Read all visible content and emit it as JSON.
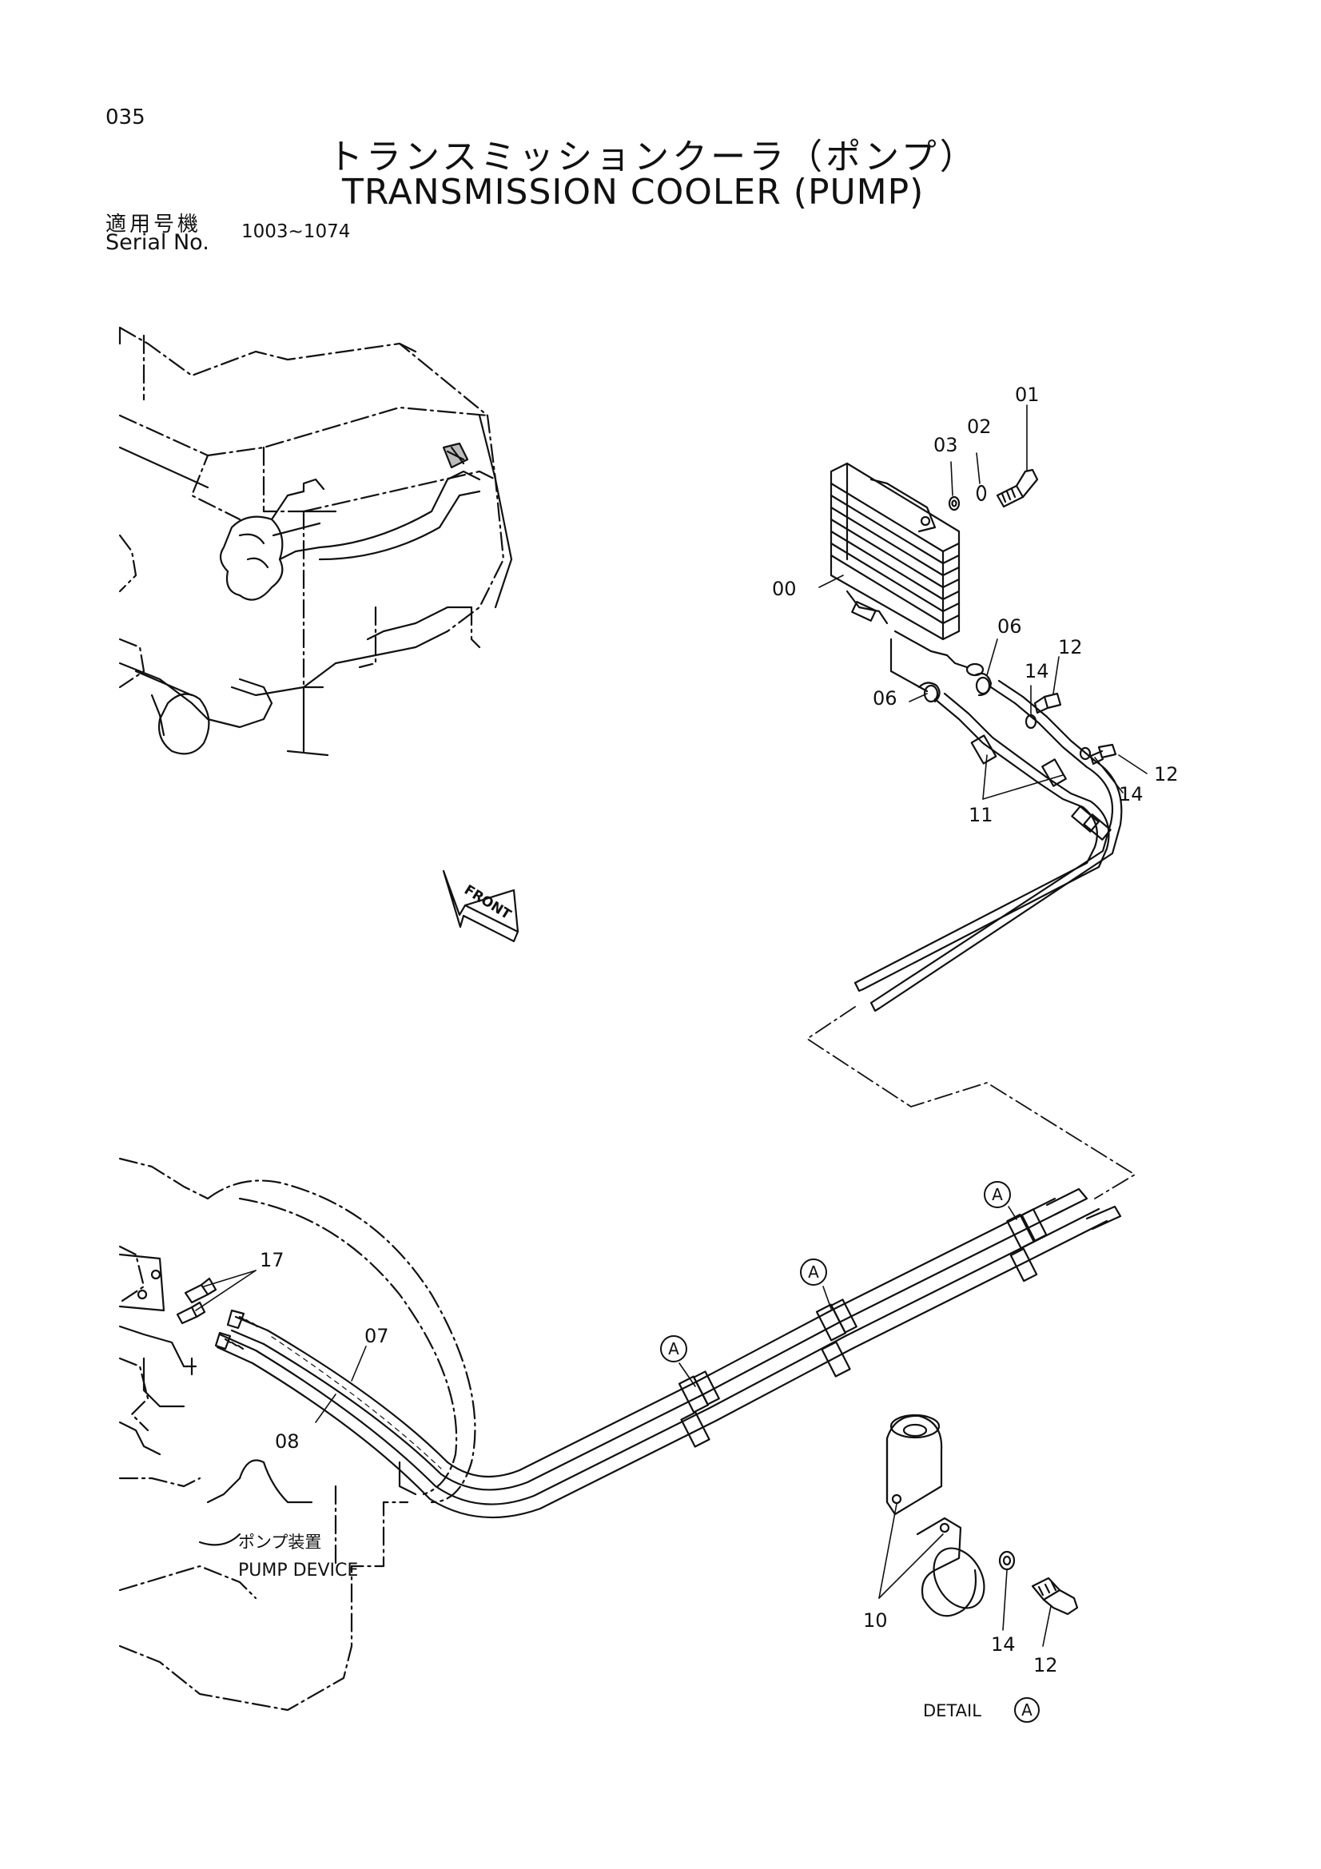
{
  "header": {
    "page_number": "035",
    "title_jp": "トランスミッションクーラ（ポンプ）",
    "title_en": "TRANSMISSION COOLER (PUMP)",
    "serial_label_jp": "適用号機",
    "serial_label_en": "Serial No.",
    "serial_range": "1003~1074"
  },
  "callouts": {
    "p00": "00",
    "p01": "01",
    "p02": "02",
    "p03": "03",
    "p06a": "06",
    "p06b": "06",
    "p07": "07",
    "p08": "08",
    "p10": "10",
    "p11": "11",
    "p12a": "12",
    "p12b": "12",
    "p12c": "12",
    "p14a": "14",
    "p14b": "14",
    "p14c": "14",
    "p17": "17"
  },
  "markers": {
    "detail_ref": "A"
  },
  "labels": {
    "front": "FRONT",
    "pump_device_jp": "ポンプ装置",
    "pump_device_en": "PUMP DEVICE",
    "detail_text": "DETAIL"
  }
}
